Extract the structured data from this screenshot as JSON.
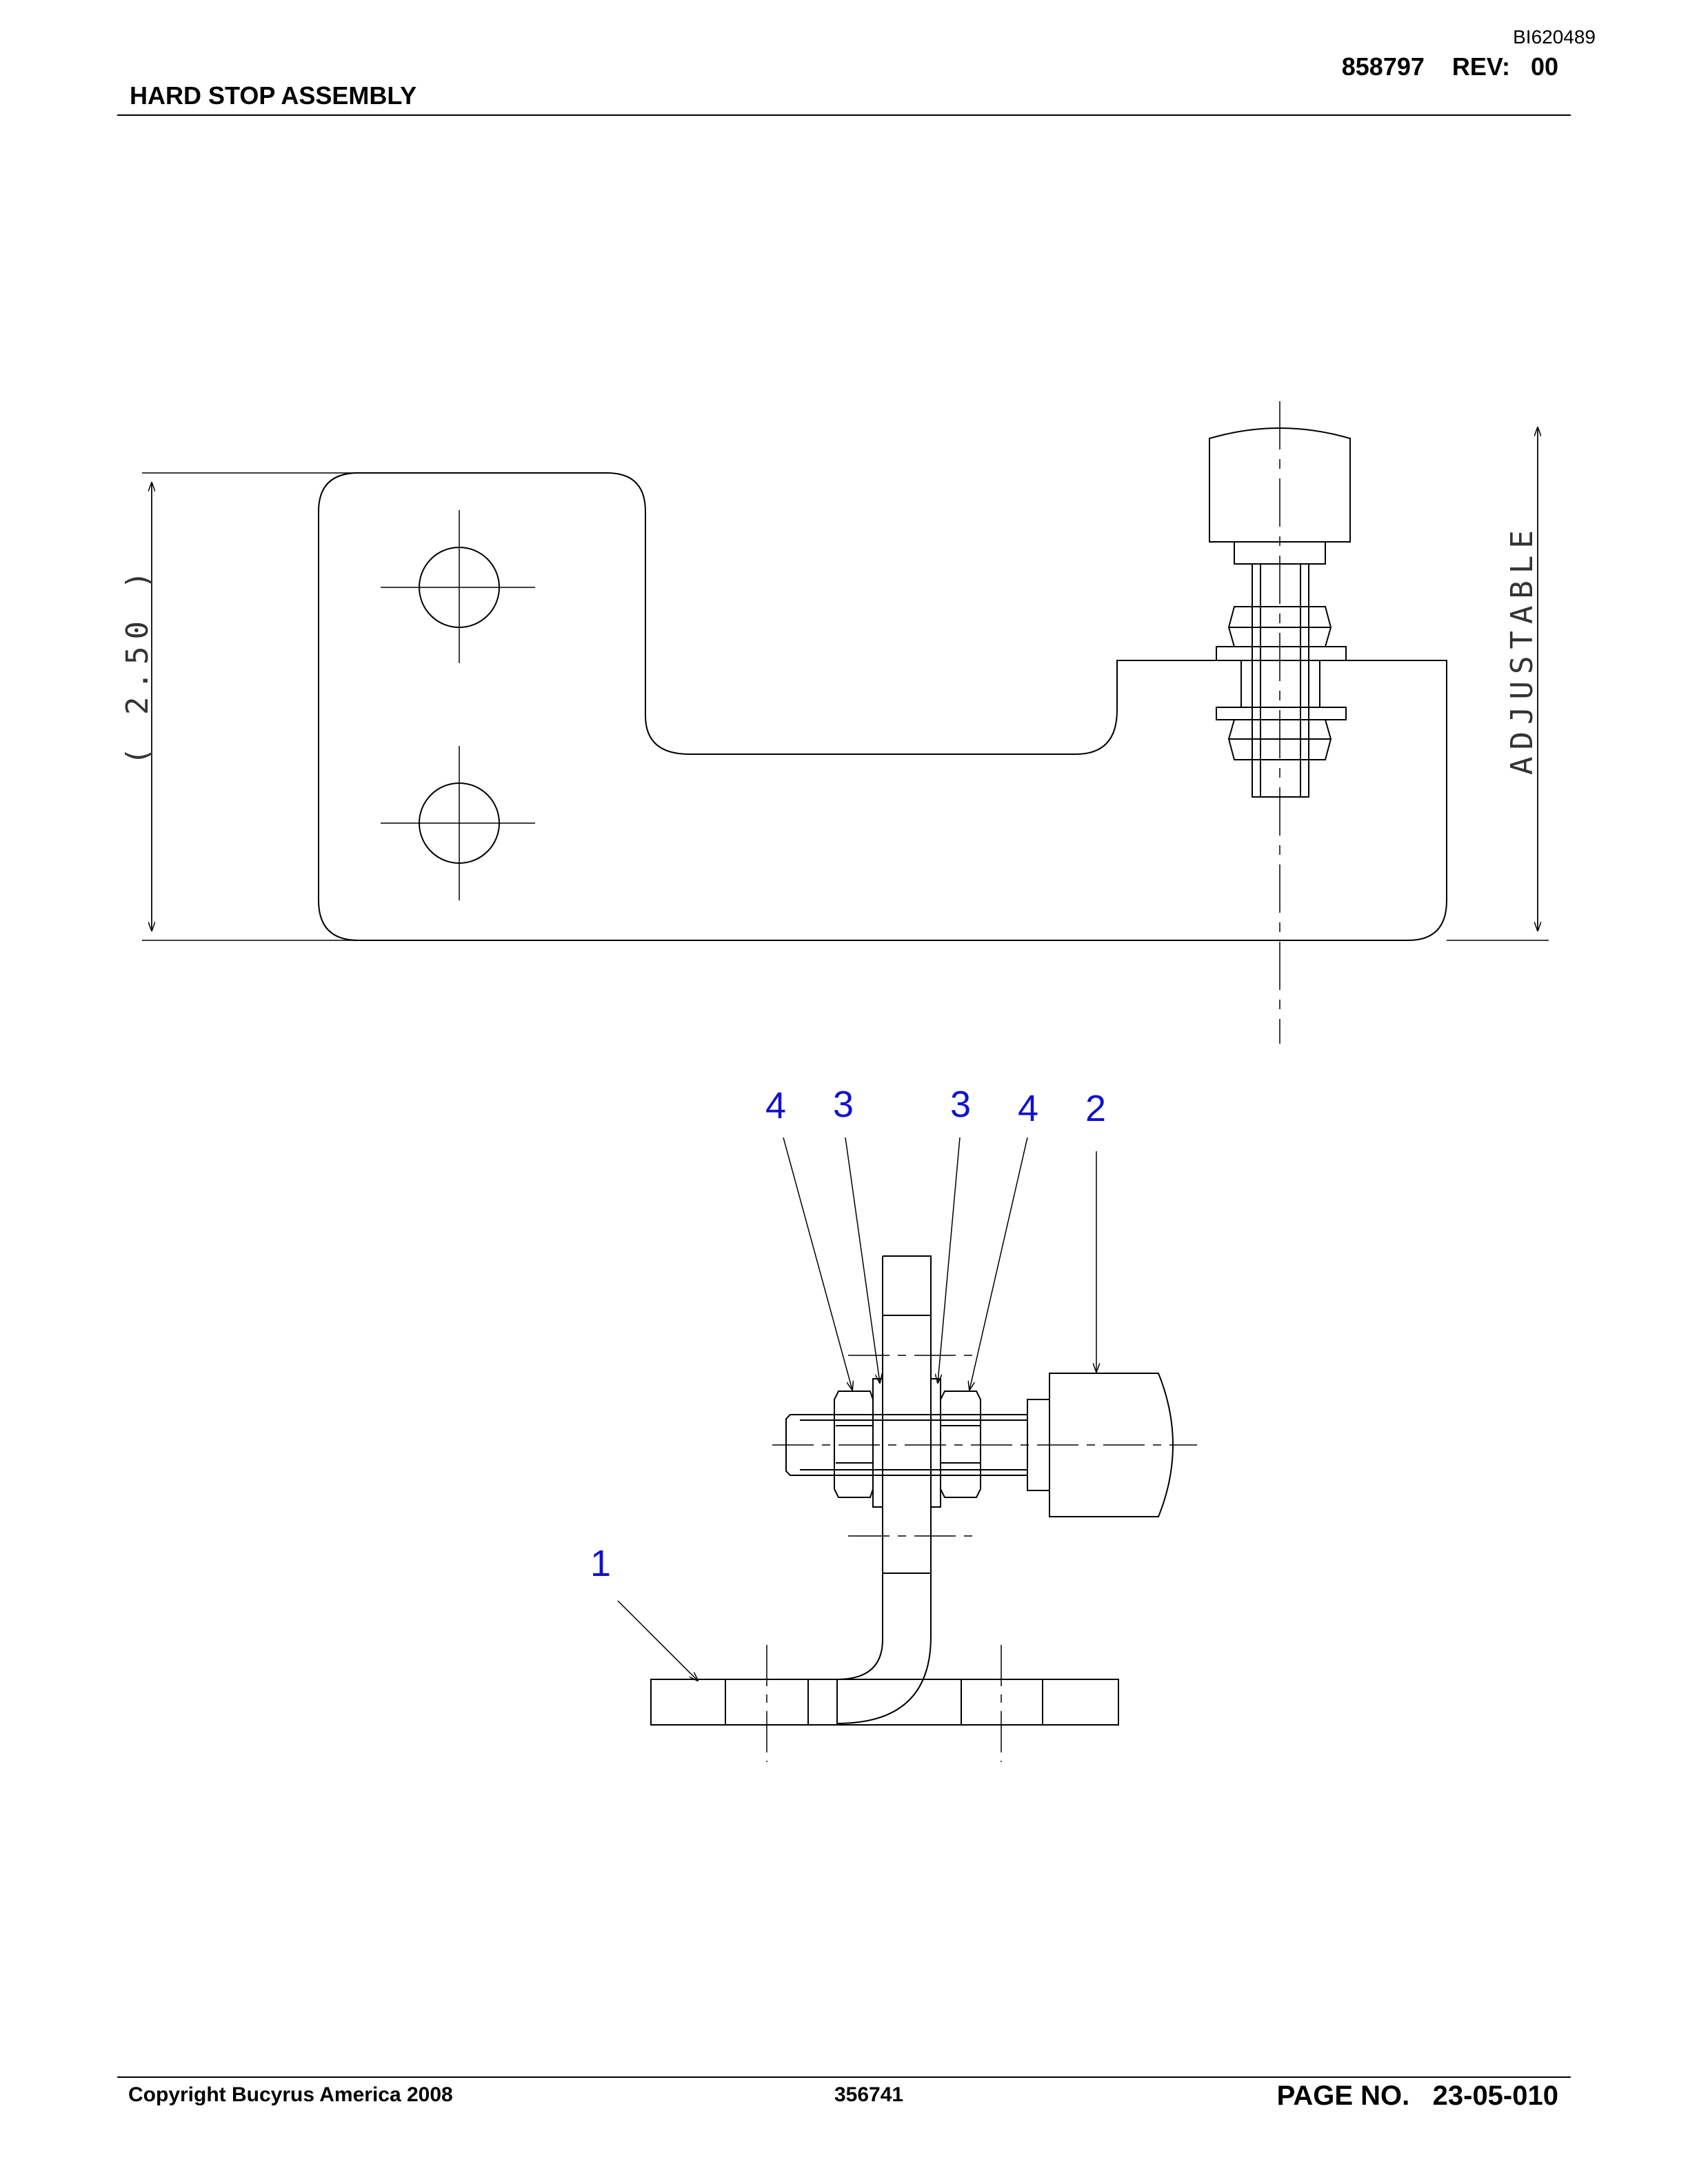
{
  "doc_id": "BI620489",
  "header": {
    "title": "HARD STOP ASSEMBLY",
    "part_number": "858797",
    "rev_label": "REV:",
    "rev_value": "00"
  },
  "top_view": {
    "dimension_label": "( 2.50 )",
    "adjustable_label": "ADJUSTABLE"
  },
  "callouts": {
    "c1": "1",
    "c2": "2",
    "c3a": "3",
    "c3b": "3",
    "c4a": "4",
    "c4b": "4"
  },
  "footer": {
    "copyright": "Copyright Bucyrus America 2008",
    "code": "356741",
    "page_label": "PAGE NO.",
    "page_number": "23-05-010"
  },
  "colors": {
    "callout": "#1010d0",
    "line": "#000000"
  }
}
